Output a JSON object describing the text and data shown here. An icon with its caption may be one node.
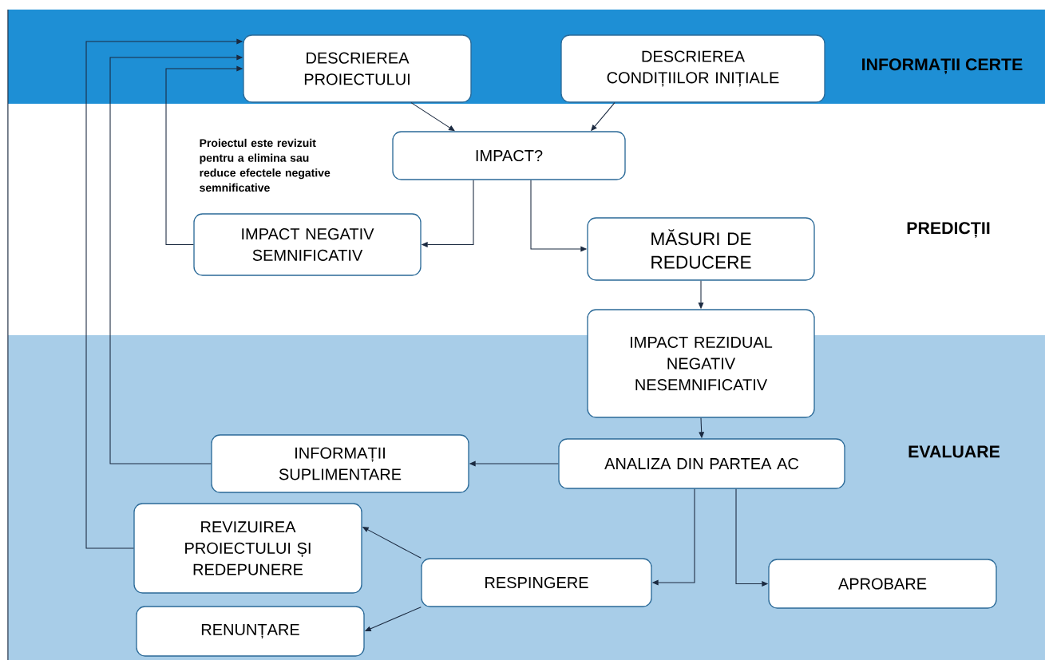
{
  "diagram": {
    "nodes": [
      {
        "text": [
          "INFORMAȚII CERTE"
        ]
      },
      {
        "text": [
          "PREDICȚII"
        ]
      },
      {
        "text": [
          "EVALUARE"
        ]
      },
      {
        "text": [
          "DESCRIEREA PROIECTULUI"
        ],
        "in": 0
      },
      {
        "text": [
          "DESCRIEREA CONDIȚIILOR INIȚIALE"
        ],
        "in": 0
      },
      {
        "text": [
          "IMPACT?"
        ],
        "in": 1
      },
      {
        "text": [
          "IMPACT NEGATIV SEMNIFICATIV"
        ],
        "in": 1
      },
      {
        "text": [
          "MĂSURI DE REDUCERE"
        ],
        "in": 1
      },
      {
        "text": [
          "IMPACT REZIDUAL NEGATIV NESEMNIFICATIV"
        ]
      },
      {
        "text": [
          "INFORMAȚII SUPLIMENTARE"
        ],
        "in": 2
      },
      {
        "text": [
          "ANALIZA DIN PARTEA AC"
        ],
        "in": 2
      },
      {
        "text": [
          "REVIZUIREA PROIECTULUI ȘI REDEPUNERE"
        ],
        "in": 2
      },
      {
        "text": [
          "RESPINGERE"
        ],
        "in": 2
      },
      {
        "text": [
          "APROBARE"
        ],
        "in": 2
      },
      {
        "text": [
          "RENUNȚARE"
        ],
        "in": 2
      }
    ],
    "edges": [
      {
        "from": 3,
        "to": 5,
        "arrow": "to"
      },
      {
        "from": 4,
        "to": 5,
        "arrow": "to"
      },
      {
        "from": 5,
        "to": 6,
        "arrow": "to"
      },
      {
        "from": 5,
        "to": 7,
        "arrow": "to"
      },
      {
        "from": 7,
        "to": 8,
        "arrow": "to"
      },
      {
        "from": 8,
        "to": 10,
        "arrow": "to"
      },
      {
        "from": 10,
        "to": 9,
        "arrow": "to"
      },
      {
        "from": 10,
        "to": 12,
        "arrow": "to"
      },
      {
        "from": 10,
        "to": 13,
        "arrow": "to"
      },
      {
        "from": 12,
        "to": 11,
        "arrow": "to"
      },
      {
        "from": 12,
        "to": 14,
        "arrow": "to"
      },
      {
        "from": 6,
        "to": 3,
        "arrow": "to",
        "label": "Proiectul este revizuit pentru a elimina sau reduce efectele negative semnificative"
      },
      {
        "from": 9,
        "to": 3,
        "arrow": "to"
      },
      {
        "from": 11,
        "to": 3,
        "arrow": "to"
      }
    ]
  }
}
